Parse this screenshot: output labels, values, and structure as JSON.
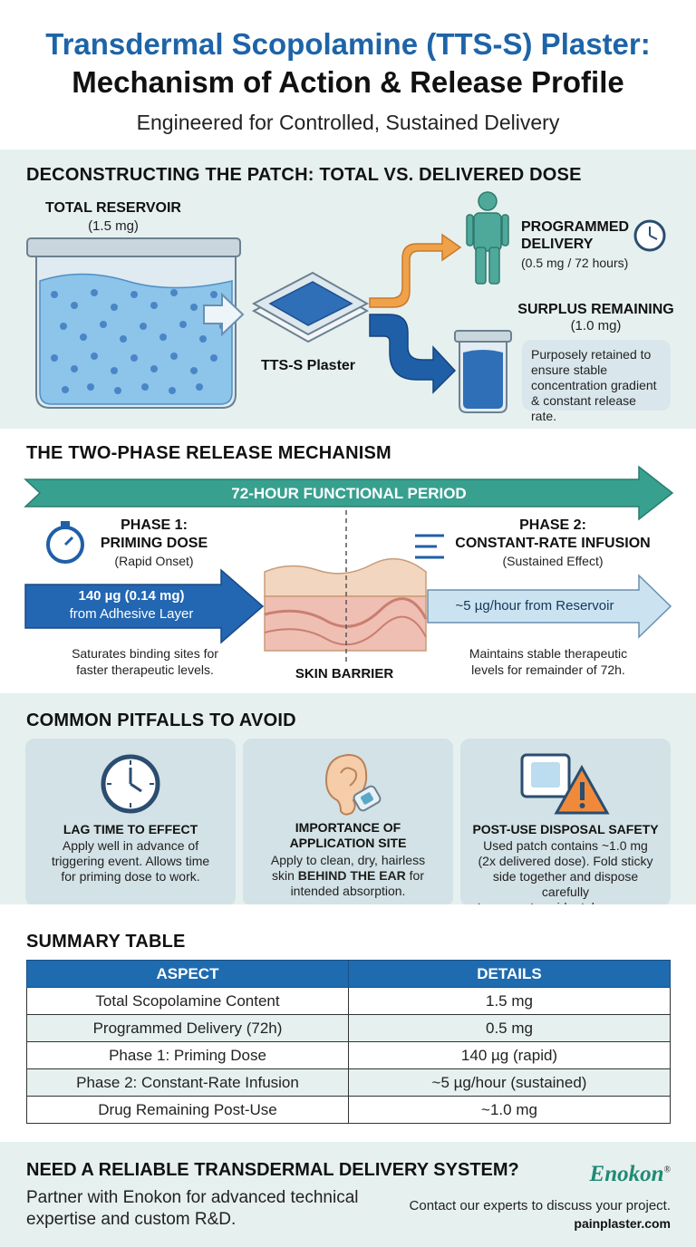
{
  "header": {
    "title_line1": "Transdermal Scopolamine (TTS-S) Plaster:",
    "title_line2": "Mechanism of Action & Release Profile",
    "subtitle": "Engineered for Controlled, Sustained Delivery"
  },
  "section_dose": {
    "heading": "DECONSTRUCTING THE PATCH: TOTAL VS. DELIVERED DOSE",
    "reservoir_label": "TOTAL RESERVOIR",
    "reservoir_amount": "(1.5 mg)",
    "plaster_label": "TTS-S Plaster",
    "programmed_label_1": "PROGRAMMED",
    "programmed_label_2": "DELIVERY",
    "programmed_amount": "(0.5 mg / 72 hours)",
    "surplus_label": "SURPLUS REMAINING",
    "surplus_amount": "(1.0 mg)",
    "surplus_note_1": "Purposely retained to",
    "surplus_note_2": "ensure stable",
    "surplus_note_3": "concentration gradient",
    "surplus_note_4": "& constant release rate."
  },
  "section_release": {
    "heading": "THE TWO-PHASE RELEASE MECHANISM",
    "period_label": "72-HOUR FUNCTIONAL PERIOD",
    "phase1_title_1": "PHASE 1:",
    "phase1_title_2": "PRIMING DOSE",
    "phase1_sub": "(Rapid Onset)",
    "phase1_arrow_1": "140 µg (0.14 mg)",
    "phase1_arrow_2": "from Adhesive Layer",
    "phase1_desc_1": "Saturates binding sites for",
    "phase1_desc_2": "faster therapeutic levels.",
    "skin_label": "SKIN BARRIER",
    "phase2_title_1": "PHASE 2:",
    "phase2_title_2": "CONSTANT-RATE INFUSION",
    "phase2_sub": "(Sustained Effect)",
    "phase2_arrow": "~5 µg/hour from Reservoir",
    "phase2_desc_1": "Maintains stable therapeutic",
    "phase2_desc_2": "levels for remainder of 72h."
  },
  "section_pitfalls": {
    "heading": "COMMON PITFALLS TO AVOID",
    "cards": [
      {
        "icon": "clock-icon",
        "title": "LAG TIME TO EFFECT",
        "lines": [
          "Apply well in advance of",
          "triggering event. Allows time",
          "for priming dose to work."
        ]
      },
      {
        "icon": "ear-icon",
        "title_1": "IMPORTANCE OF",
        "title_2": "APPLICATION SITE",
        "line1": "Apply to clean, dry, hairless",
        "line2_pre": "skin ",
        "line2_bold": "BEHIND THE EAR",
        "line2_post": " for",
        "line3": "intended absorption."
      },
      {
        "icon": "warning-icon",
        "title": "POST-USE DISPOSAL SAFETY",
        "lines": [
          "Used patch contains ~1.0 mg",
          "(2x delivered dose). Fold sticky",
          "side together and dispose carefully",
          "to prevent accidental exposure."
        ]
      }
    ]
  },
  "section_summary": {
    "heading": "SUMMARY TABLE",
    "columns": [
      "ASPECT",
      "DETAILS"
    ],
    "rows": [
      [
        "Total Scopolamine Content",
        "1.5 mg"
      ],
      [
        "Programmed Delivery (72h)",
        "0.5 mg"
      ],
      [
        "Phase 1: Priming Dose",
        "140 µg (rapid)"
      ],
      [
        "Phase 2: Constant-Rate Infusion",
        "~5 µg/hour (sustained)"
      ],
      [
        "Drug Remaining Post-Use",
        "~1.0 mg"
      ]
    ]
  },
  "footer": {
    "cta_title": "NEED A RELIABLE TRANSDERMAL DELIVERY SYSTEM?",
    "cta_line1": "Partner with Enokon for advanced technical",
    "cta_line2": "expertise and custom R&D.",
    "brand": "Enokon",
    "brand_mark": "®",
    "contact": "Contact our experts to discuss your project.",
    "website": "painplaster.com"
  },
  "colors": {
    "title_blue": "#1d64a8",
    "teal": "#2f9c8a",
    "band": "#e6f0ef",
    "table_header": "#1f6bb0",
    "brand_green": "#1f8a74"
  }
}
